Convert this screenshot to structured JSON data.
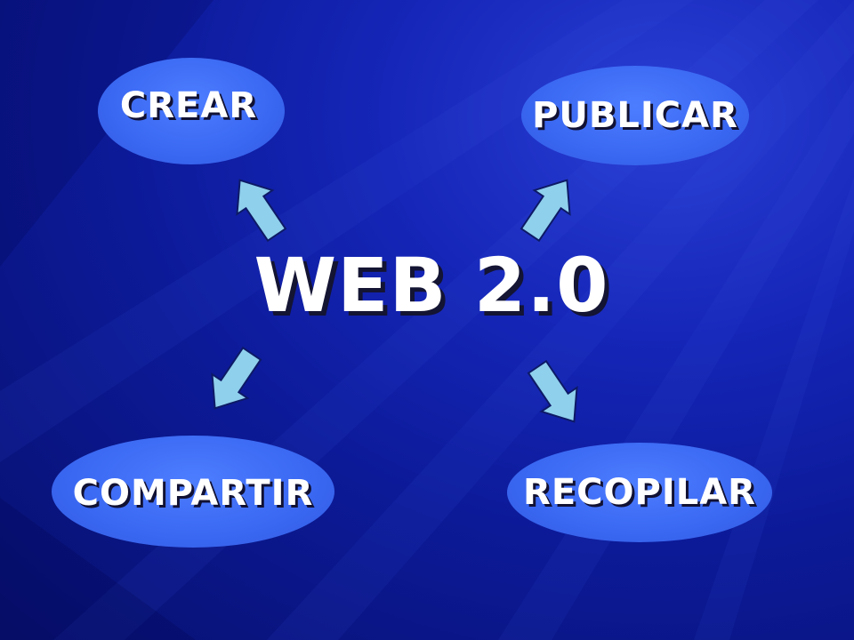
{
  "center": {
    "label": "WEB 2.0"
  },
  "nodes": {
    "crear": "CREAR",
    "publicar": "PUBLICAR",
    "compartir": "COMPARTIR",
    "recopilar": "RECOPILAR"
  },
  "colors": {
    "background": "#1526b8",
    "node_fill": "#3a68f2",
    "arrow_fill": "#8fd0ec",
    "text": "#ffffff"
  },
  "arrows": [
    {
      "from": "WEB 2.0",
      "to": "CREAR",
      "icon": "arrow-up-left-icon"
    },
    {
      "from": "WEB 2.0",
      "to": "PUBLICAR",
      "icon": "arrow-up-right-icon"
    },
    {
      "from": "WEB 2.0",
      "to": "COMPARTIR",
      "icon": "arrow-down-left-icon"
    },
    {
      "from": "WEB 2.0",
      "to": "RECOPILAR",
      "icon": "arrow-down-right-icon"
    }
  ]
}
